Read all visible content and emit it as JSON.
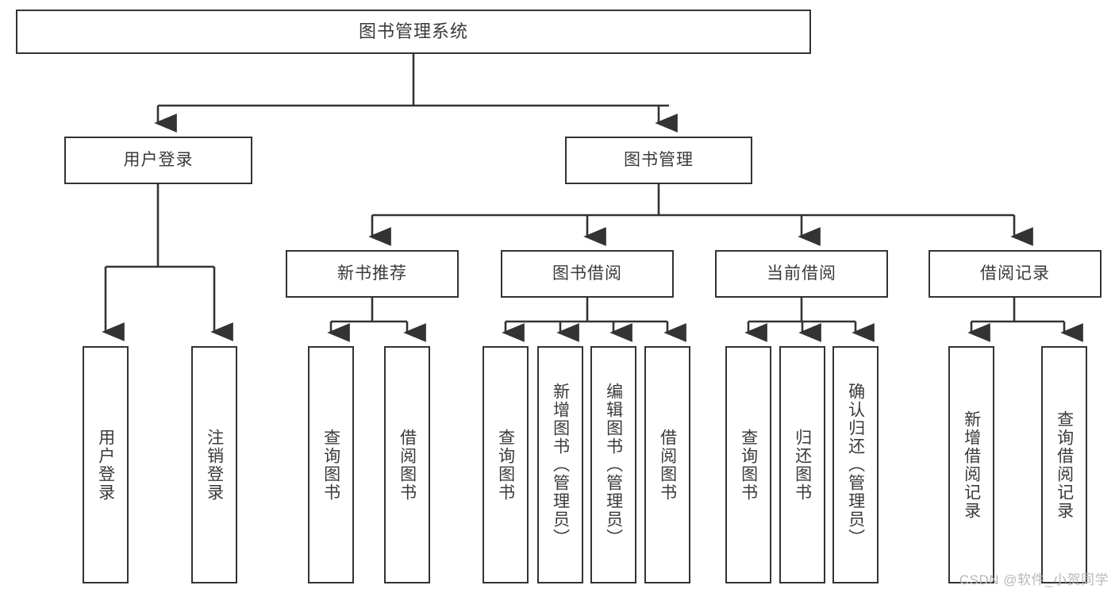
{
  "diagram": {
    "title": "图书管理系统",
    "type": "tree-hierarchy",
    "root": {
      "label": "图书管理系统"
    },
    "level2": [
      {
        "label": "用户登录"
      },
      {
        "label": "图书管理"
      }
    ],
    "level3": [
      {
        "label": "新书推荐"
      },
      {
        "label": "图书借阅"
      },
      {
        "label": "当前借阅"
      },
      {
        "label": "借阅记录"
      }
    ],
    "leaves": {
      "user_login": [
        {
          "label": "用户登录"
        },
        {
          "label": "注销登录"
        }
      ],
      "new_book_recommend": [
        {
          "label": "查询图书"
        },
        {
          "label": "借阅图书"
        }
      ],
      "book_borrow": [
        {
          "label": "查询图书"
        },
        {
          "label": "新增图书（管理员）"
        },
        {
          "label": "编辑图书（管理员）"
        },
        {
          "label": "借阅图书"
        }
      ],
      "current_borrow": [
        {
          "label": "查询图书"
        },
        {
          "label": "归还图书"
        },
        {
          "label": "确认归还（管理员）"
        }
      ],
      "borrow_record": [
        {
          "label": "新增借阅记录"
        },
        {
          "label": "查询借阅记录"
        }
      ]
    },
    "colors": {
      "stroke": "#333333",
      "text": "#3a3a3a",
      "background": "#ffffff",
      "watermark": "#b8b8b8"
    }
  },
  "watermark": {
    "text": "CSDN @软件_小贺同学"
  }
}
